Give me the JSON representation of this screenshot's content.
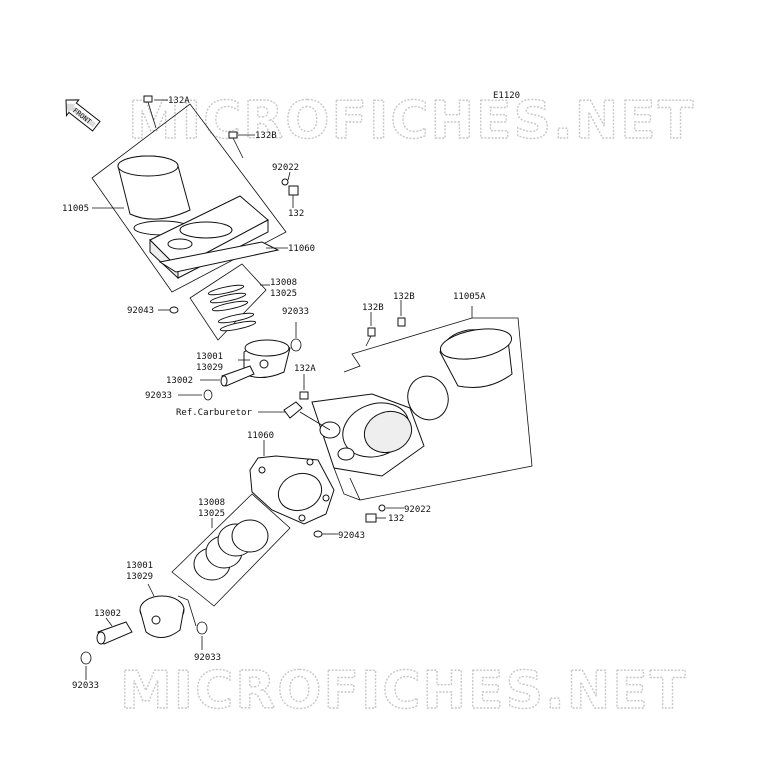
{
  "diagram_id": "E1120",
  "watermark": "MICROFICHES.NET",
  "front_label": "FRONT",
  "ref_label": "Ref.Carburetor",
  "parts": {
    "p132A_top": "132A",
    "p132B_top": "132B",
    "p92022_top": "92022",
    "p132_top": "132",
    "p11005": "11005",
    "p11060_top": "11060",
    "p13008_top": "13008",
    "p13025_top": "13025",
    "p92043_top": "92043",
    "p92033_top_r": "92033",
    "p13001_top": "13001",
    "p13029_top": "13029",
    "p13002_top": "13002",
    "p92033_top_l": "92033",
    "p132B_mid_l": "132B",
    "p132B_mid_r": "132B",
    "p11005A": "11005A",
    "p132A_mid": "132A",
    "p11060_bot": "11060",
    "p92022_bot": "92022",
    "p132_bot": "132",
    "p92043_bot": "92043",
    "p13008_bot": "13008",
    "p13025_bot": "13025",
    "p13001_bot": "13001",
    "p13029_bot": "13029",
    "p13002_bot": "13002",
    "p92033_bot_r": "92033",
    "p92033_bot_l": "92033"
  }
}
